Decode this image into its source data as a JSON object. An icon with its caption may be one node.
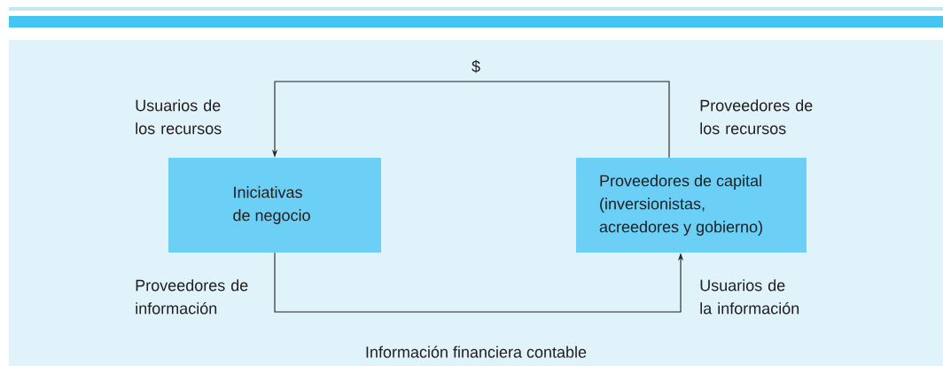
{
  "diagram": {
    "nodes": [
      {
        "text": [
          "Iniciativas de negocio"
        ]
      },
      {
        "text": [
          "Proveedores de capital (inversionistas, acreedores y gobierno)"
        ]
      }
    ],
    "edges": [
      {
        "from": 1,
        "to": 0,
        "arrow": "to",
        "label": "$"
      },
      {
        "from": 0,
        "to": 1,
        "arrow": "to",
        "label": "Información financiera contable"
      }
    ],
    "labels": [
      "Usuarios de los recursos",
      "Proveedores de los recursos",
      "Proveedores de información",
      "Usuarios de la información"
    ]
  }
}
